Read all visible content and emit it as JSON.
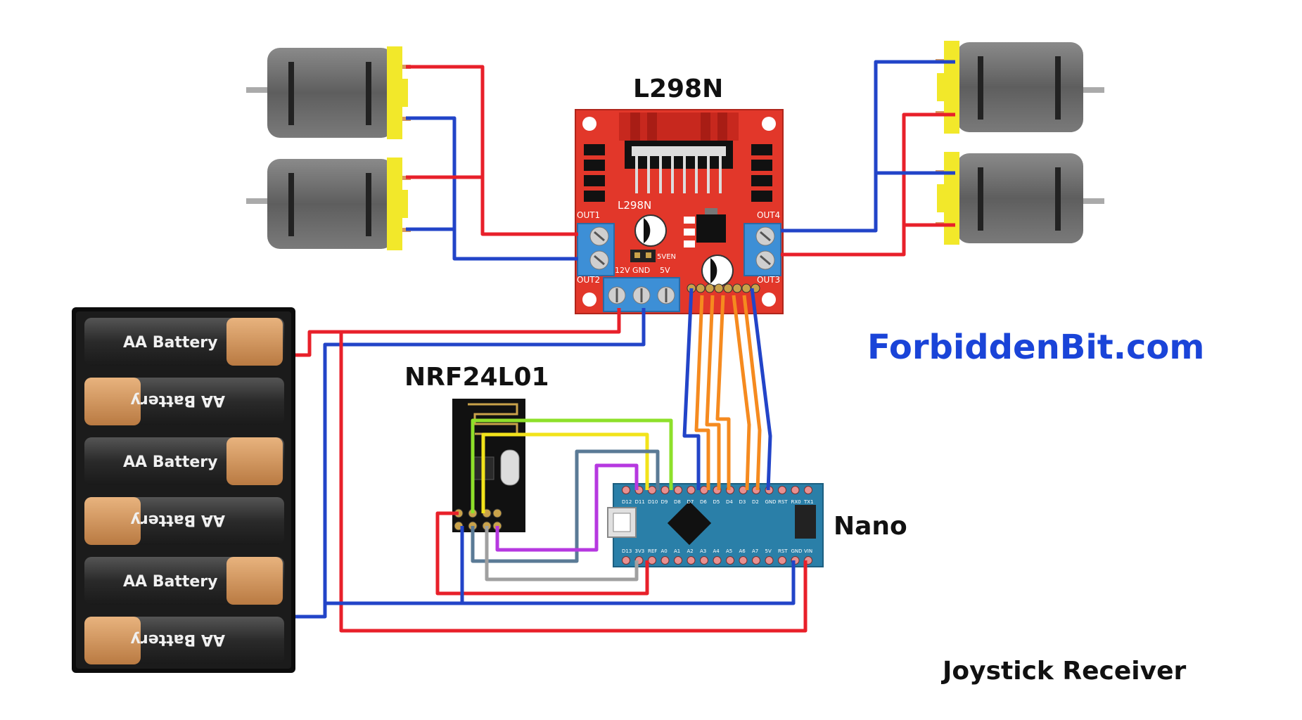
{
  "labels": {
    "driver_title": "L298N",
    "driver_silk": "L298N",
    "nrf_title": "NRF24L01",
    "nano_title": "Nano",
    "brand": "ForbiddenBit.com",
    "caption": "Joystick Receiver",
    "out1": "OUT1",
    "out2": "OUT2",
    "out3": "OUT3",
    "out4": "OUT4",
    "pwr_12v": "12V",
    "pwr_gnd": "GND",
    "pwr_5v": "5V",
    "jumper": "5VEN",
    "battery": "AA Battery"
  },
  "nano_pins_top": [
    "D12",
    "D11",
    "D10",
    "D9",
    "D8",
    "D7",
    "D6",
    "D5",
    "D4",
    "D3",
    "D2",
    "GND",
    "RST",
    "RX0",
    "TX1"
  ],
  "nano_pins_bottom": [
    "D13",
    "3V3",
    "REF",
    "A0",
    "A1",
    "A2",
    "A3",
    "A4",
    "A5",
    "A6",
    "A7",
    "5V",
    "RST",
    "GND",
    "VIN"
  ],
  "colors": {
    "wire_red": "#e8202a",
    "wire_blue": "#2244c8",
    "wire_orange": "#f58a1f",
    "wire_lime": "#8ee02a",
    "wire_yellow": "#f2e31b",
    "wire_slate": "#5a7a96",
    "wire_gray": "#a0a0a0",
    "wire_purple": "#b638e0",
    "driver_board": "#e2372a",
    "terminal": "#3d8fd6",
    "nano_board": "#2a7fa8",
    "brand": "#1a44d8",
    "motor_body": "#6c6c6c",
    "motor_cap": "#f2e82a",
    "battery_tip": "#d89a5e"
  },
  "icons": [
    "dc-motor-icon",
    "battery-icon",
    "heatsink-icon",
    "capacitor-icon",
    "usb-port-icon",
    "chip-icon",
    "crystal-icon",
    "antenna-icon"
  ]
}
